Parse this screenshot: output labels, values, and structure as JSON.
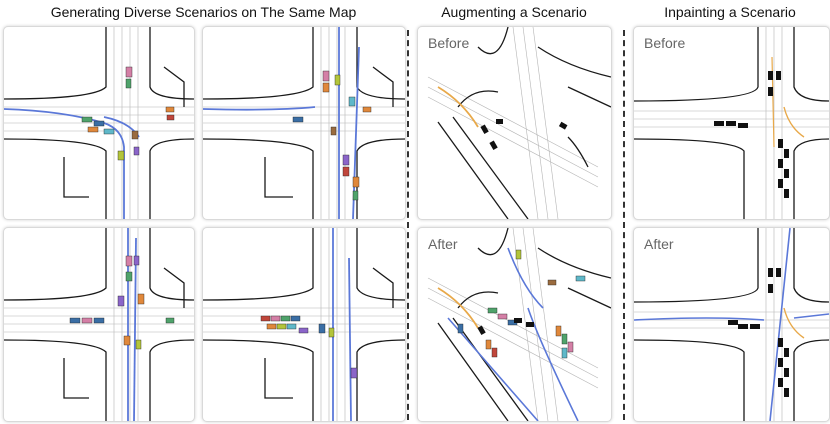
{
  "titles": {
    "generating": "Generating Diverse Scenarios on The Same Map",
    "augmenting": "Augmenting a Scenario",
    "inpainting": "Inpainting a Scenario"
  },
  "labels": {
    "before": "Before",
    "after": "After"
  },
  "colors": {
    "trajectory": "#5b78d8",
    "history": "#e8a94a",
    "road": "#1a1a1a",
    "lane": "#b5b5b5",
    "ego_vehicle": "#111111",
    "vehicle_palette": [
      "#d47fa6",
      "#4fa36b",
      "#3a6ea5",
      "#e0883b",
      "#b3c53a",
      "#8b65c9",
      "#c0463b",
      "#5fb8c9",
      "#9a6b3e",
      "#8fb4d8"
    ]
  }
}
